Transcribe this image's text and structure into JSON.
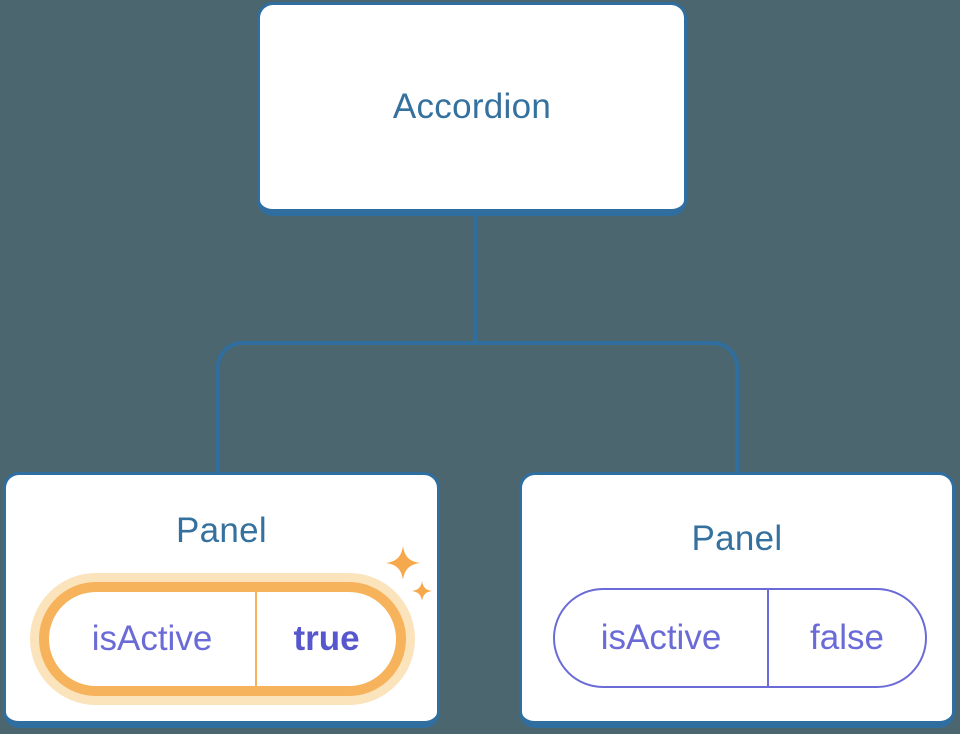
{
  "diagram": {
    "description": "React component tree diagram: Accordion parent with two Panel children holding isActive state",
    "root": {
      "label": "Accordion"
    },
    "panels": [
      {
        "label": "Panel",
        "prop_name": "isActive",
        "prop_value": "true",
        "highlighted": true
      },
      {
        "label": "Panel",
        "prop_name": "isActive",
        "prop_value": "false",
        "highlighted": false
      }
    ],
    "colors": {
      "background": "#4C6670",
      "node_border": "#2F6E9E",
      "node_text": "#35719E",
      "node_fill": "#FFFFFF",
      "state_purple": "#6B6BD8",
      "state_purple_bold": "#5757CD",
      "highlight_orange": "#F6B35C",
      "highlight_glow": "#FBE3BC",
      "sparkle": "#F6A94C"
    }
  }
}
